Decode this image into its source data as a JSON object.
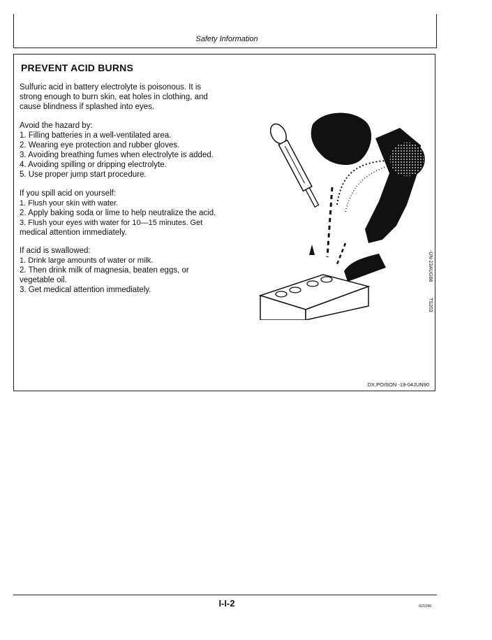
{
  "header": {
    "title": "Safety Information"
  },
  "section": {
    "title": "PREVENT ACID BURNS",
    "intro": [
      "Sulfuric acid in battery electrolyte is poisonous. It is",
      "strong enough to burn skin, eat holes in clothing, and",
      "cause blindness if splashed into eyes."
    ],
    "avoid_heading": "Avoid the hazard by:",
    "avoid_items": [
      "1. Filling batteries in a well-ventilated area.",
      "2. Wearing eye protection and rubber gloves.",
      "3. Avoiding breathing fumes when electrolyte is added.",
      "4. Avoiding spilling or dripping electrolyte.",
      "5. Use proper jump start procedure."
    ],
    "spill_heading": "If you spill acid on yourself:",
    "spill_items": [
      "1. Flush your skin with water.",
      "2. Apply baking soda or lime to help neutralize the acid.",
      "3. Flush your eyes with water for 10—15 minutes. Get",
      "medical attention immediately."
    ],
    "swallow_heading": "If acid is swallowed:",
    "swallow_items": [
      "1. Drink large amounts of water or milk.",
      "2. Then drink milk of magnesia, beaten eggs, or",
      "vegetable oil.",
      "3. Get medical attention immediately."
    ]
  },
  "illustration": {
    "icon": "battery-acid-hazard-illustration",
    "side_code_1": "-UN-23AUG88",
    "side_code_2": "TS203"
  },
  "footer_code": "DX,POISON    -19-04JUN90",
  "page": {
    "number": "I-I-2",
    "code": "021090"
  }
}
